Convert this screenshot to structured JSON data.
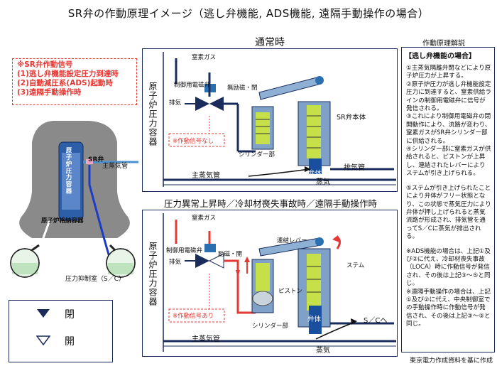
{
  "title": "SR弁の作動原理イメージ（逃し弁機能, ADS機能, 遠隔手動操作の場合）",
  "signals": {
    "header": "※SR弁作動信号",
    "items": [
      "(1)逃し弁機能設定圧力到達時",
      "(2)自動減圧系(ADS)起動時",
      "(3)遠隔手動操作時"
    ]
  },
  "overview": {
    "sr_valve": "SR弁",
    "main_steam_pipe": "主蒸気管",
    "rpv": "原子炉圧力容器",
    "containment": "原子炉格納容器",
    "suppression": "圧力抑制室（S／C）"
  },
  "panel_normal": {
    "title": "通常時",
    "rpv": "原子炉圧力容器",
    "nitrogen": "窒素ガス",
    "solenoid": "制御用電磁弁",
    "exhaust": "排気",
    "no_open": "無励磁・閉",
    "signal_none": "※作動信号なし",
    "cylinder": "シリンダー部",
    "sr_body": "SR弁本体",
    "valve_disc": "弁体",
    "exhaust_pipe": "排気管",
    "main_steam_pipe": "主蒸気管",
    "steam": "蒸気"
  },
  "panel_abnormal": {
    "title": "圧力異常上昇時／冷却材喪失事故時／遠隔手動操作時",
    "rpv": "原子炉圧力容器",
    "nitrogen": "窒素ガス",
    "solenoid": "制御用電磁弁",
    "exhaust": "排気",
    "excited_open": "励磁・開",
    "linked_lever": "連結レバー",
    "signal_yes": "※作動信号あり",
    "stem": "ステム",
    "piston": "ピストン",
    "cylinder": "シリンダー部",
    "valve_disc": "弁体",
    "to_sc": "S／Cへ",
    "main_steam_pipe": "主蒸気管",
    "steam": "蒸気"
  },
  "explanation": {
    "title": "作動原理解説",
    "head": "【逃し弁機能の場合】",
    "paragraphs": [
      "①主蒸気隔離弁閉などにより原子炉圧力が上昇する。",
      "②原子炉圧力が逃し弁機能設定圧力に到達すると、窒素供給ラインの制御用電磁弁に信号が発信される。",
      "③これにより制御用電磁弁の閉開動作により、流路が変わり、窒素ガスがSR弁シリンダー部に供給される。",
      "④シリンダー部に窒素ガスが供給されると、ピストンが上昇し、連結されたレバーによりステムが引き上げられる。",
      "⑤ステムが引き上げられたことにより弁体がフリー状態となり、この状態で蒸気圧力により弁体が押し上げられると蒸気流路が形成され、排気管を通ってS／Cに蒸気が排出される。",
      "※ADS機能の場合は、上記①及び②に代え、冷却材喪失事故（LOCA）時に作動信号が発信され、その後は上記③～⑤と同じ。",
      "※遠隔手動操作の場合は、上記①及び②に代え、中央制御室での手動操作時に作動信号が発信され、その後は上記③～⑤と同じ。"
    ]
  },
  "legend": {
    "closed": "閉",
    "open": "開"
  },
  "source": "東京電力作成資料を基に作成",
  "colors": {
    "navy": "#1a2c5b",
    "red": "#e53935",
    "pipe_blue": "#2a6fb0",
    "grey_containment": "#888888"
  }
}
